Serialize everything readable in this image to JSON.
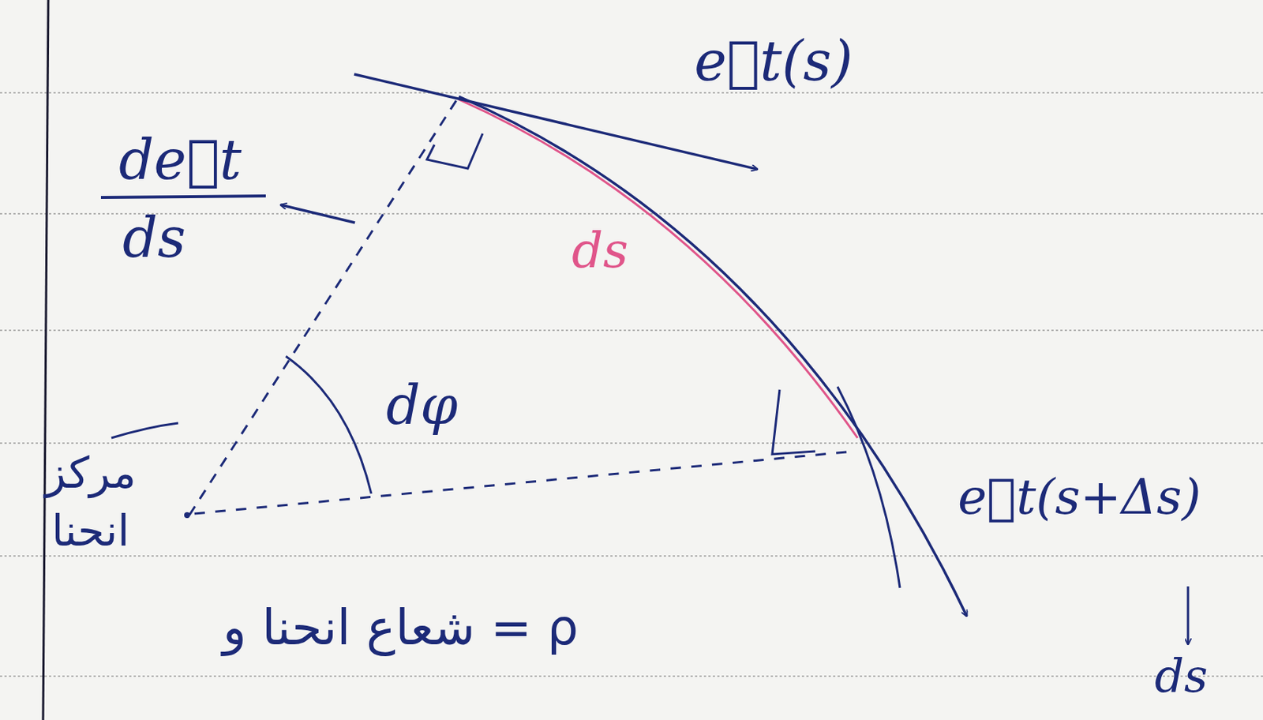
{
  "diagram": {
    "labels": [
      "e⃗t(s)",
      "de⃗t",
      "ds",
      "ds",
      "dφ",
      "مرکز انحنا",
      "ρ = شعاع انحنا و",
      "e⃗t(s+Δs)",
      "ds"
    ]
  }
}
